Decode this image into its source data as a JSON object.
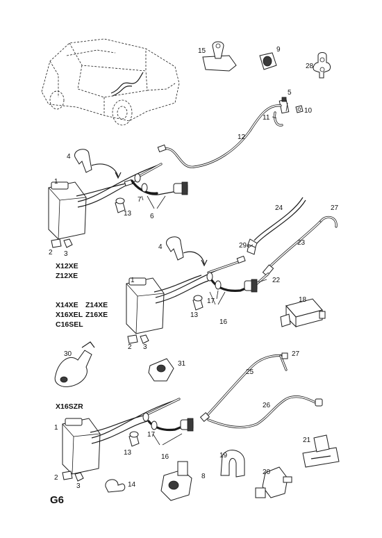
{
  "page_code": "G6",
  "engine_groups": {
    "group1": [
      "X12XE",
      "Z12XE"
    ],
    "group2": [
      [
        "X14XE",
        "Z14XE"
      ],
      [
        "X16XEL",
        "Z16XE"
      ],
      [
        "C16SEL"
      ]
    ],
    "group3": [
      "X16SZR"
    ]
  },
  "callouts": {
    "c1a": "1",
    "c1b": "1",
    "c1c": "1",
    "c2a": "2",
    "c2b": "2",
    "c2c": "2",
    "c3a": "3",
    "c3b": "3",
    "c3c": "3",
    "c4a": "4",
    "c4b": "4",
    "c5": "5",
    "c6": "6",
    "c7": "7",
    "c8": "8",
    "c9": "9",
    "c10": "10",
    "c11": "11",
    "c12": "12",
    "c13a": "13",
    "c13b": "13",
    "c13c": "13",
    "c14": "14",
    "c15": "15",
    "c16a": "16",
    "c16b": "16",
    "c17a": "17",
    "c17b": "17",
    "c18": "18",
    "c19": "19",
    "c20": "20",
    "c21": "21",
    "c22": "22",
    "c23": "23",
    "c24": "24",
    "c25": "25",
    "c26": "26",
    "c27a": "27",
    "c27b": "27",
    "c28": "28",
    "c29": "29",
    "c30": "30",
    "c31": "31"
  }
}
